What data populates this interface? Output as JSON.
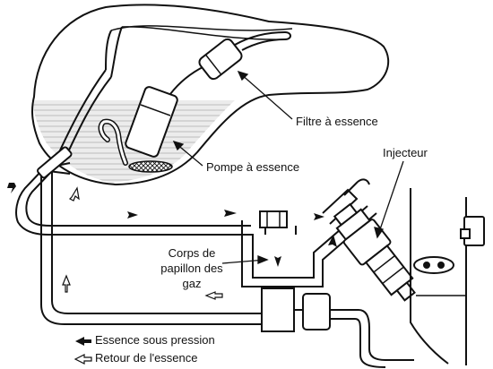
{
  "labels": {
    "filtre": "Filtre à essence",
    "pompe": "Pompe à essence",
    "injecteur": "Injecteur",
    "corps": "Corps de papillon des gaz"
  },
  "legend": [
    {
      "text": "Essence sous pression",
      "style": "filled-arrow"
    },
    {
      "text": "Retour de l'essence",
      "style": "outline-arrow"
    }
  ],
  "colors": {
    "line": "#111111",
    "fuel_fill": "#dddddd",
    "background": "#ffffff"
  }
}
